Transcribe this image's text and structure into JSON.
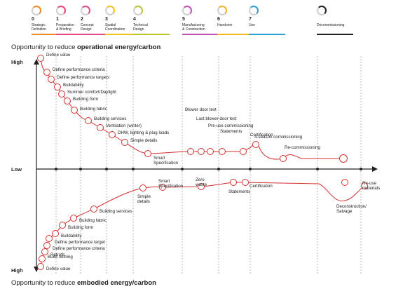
{
  "stages": [
    {
      "num": "0",
      "label": "Strategic\nDefinition",
      "color": "#f08a24"
    },
    {
      "num": "1",
      "label": "Preparation\n& Briefing",
      "color": "#e8457a"
    },
    {
      "num": "2",
      "label": "Concept\nDesign",
      "color": "#e24b8a"
    },
    {
      "num": "3",
      "label": "Spatial\nCoordination",
      "color": "#f2c21b"
    },
    {
      "num": "4",
      "label": "Technical\nDesign",
      "color": "#b7c42a"
    },
    {
      "num": "5",
      "label": "Manufacturing\n& Construction",
      "color": "#c04fb6"
    },
    {
      "num": "6",
      "label": "Handover",
      "color": "#f2b51b"
    },
    {
      "num": "7",
      "label": "Use",
      "color": "#2f9fd8"
    },
    {
      "num": "",
      "label": "Decommissioning",
      "color": "#222222"
    }
  ],
  "headings": {
    "operational_prefix": "Opportunity to reduce ",
    "operational_bold": "operational energy/carbon",
    "embodied_prefix": "Opportunity to reduce ",
    "embodied_bold": "embodied energy/carbon"
  },
  "axis": {
    "high_top": "High",
    "low": "Low",
    "high_bottom": "High"
  },
  "colors": {
    "curve": "#d32f2f",
    "axis": "#222222",
    "grid": "#888888"
  },
  "chart_data": {
    "type": "line",
    "series": [
      {
        "points": [
          {
            "label": "Define value"
          },
          {
            "label": "Define performance criteria"
          },
          {
            "label": "Define performance targets"
          },
          {
            "label": "Buildability"
          },
          {
            "label": "Summer comfort/Daylight"
          },
          {
            "label": "Building form"
          },
          {
            "label": "Building fabric"
          },
          {
            "label": "Building services"
          },
          {
            "label": "Ventilation (winter)"
          },
          {
            "label": "DHW, lighting & plug loads"
          },
          {
            "label": "Simple details"
          },
          {
            "label": "Smart\nSpecification"
          },
          {
            "label": "Blower door test"
          },
          {
            "label": "Last blower door test"
          },
          {
            "label": "Pre-use commissioning"
          },
          {
            "label": "Statements"
          },
          {
            "label": "Certification"
          },
          {
            "label": "4-season commissioning"
          },
          {
            "label": "Re-commissioning"
          },
          {
            "label": ""
          }
        ]
      },
      {
        "points": [
          {
            "label": "Define value"
          },
          {
            "label": "Build nothing"
          },
          {
            "label": "Retrofit"
          },
          {
            "label": "Define performance criteria"
          },
          {
            "label": "Define performance target"
          },
          {
            "label": "Buildability"
          },
          {
            "label": "Building form"
          },
          {
            "label": "Building fabric"
          },
          {
            "label": "Building services"
          },
          {
            "label": "Simple\ndetails"
          },
          {
            "label": "Smart\nSpecification"
          },
          {
            "label": "Zero\nwaste"
          },
          {
            "label": "Statements"
          },
          {
            "label": "Certification"
          },
          {
            "label": "Deconstruction/\nSalvage"
          },
          {
            "label": "Re-use\nmaterials"
          }
        ]
      }
    ]
  }
}
